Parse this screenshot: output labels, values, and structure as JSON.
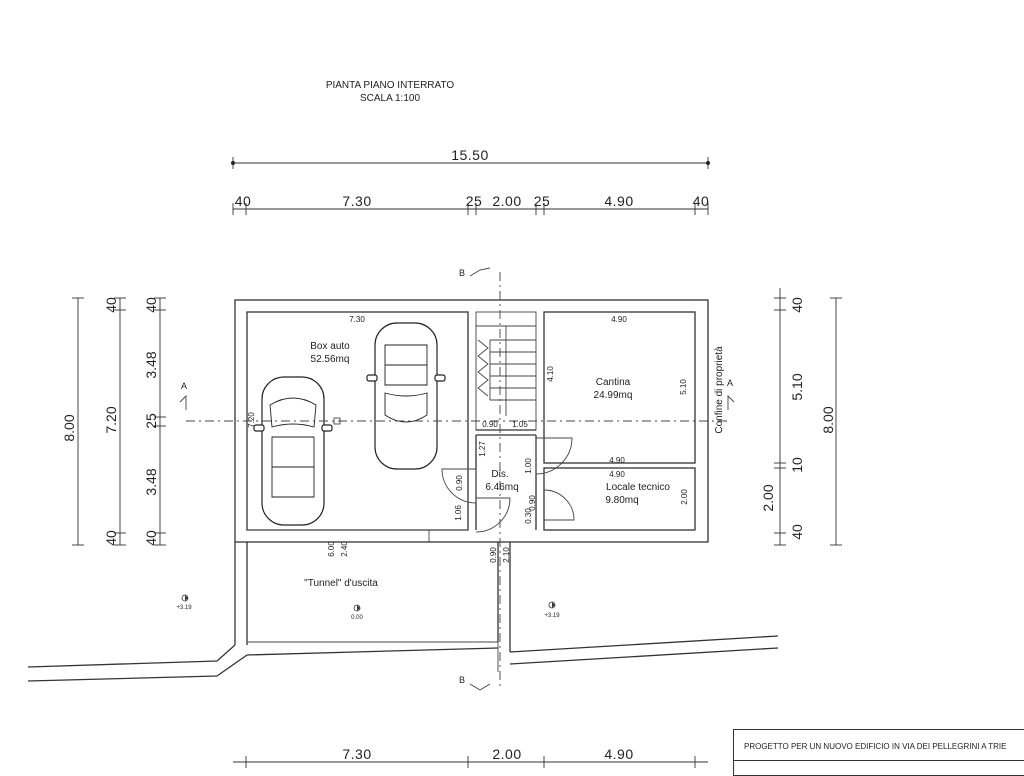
{
  "title": {
    "line1": "PIANTA PIANO INTERRATO",
    "line2": "SCALA 1:100"
  },
  "dimensions": {
    "overall_top": "15.50",
    "top_chain": [
      "40",
      "7.30",
      "25",
      "2.00",
      "25",
      "4.90",
      "40"
    ],
    "bottom_chain": [
      "7.30",
      "2.00",
      "4.90"
    ],
    "left_outer": "8.00",
    "left_middle": "7.20",
    "left_chain": [
      "40",
      "3.48",
      "25",
      "3.48",
      "40"
    ],
    "left_top_40": "40",
    "left_bottom_40": "40",
    "right_chain": [
      "40",
      "5.10",
      "10",
      "2.00",
      "40"
    ],
    "right_outer": "8.00",
    "inner": {
      "box_width": "7.30",
      "box_height": "7.20",
      "stair_height": "4.10",
      "w090": "0.90",
      "w105": "1.05",
      "h127": "1.27",
      "h100": "1.00",
      "door090_left": "0.90",
      "h106": "1.06",
      "h030": "0.30",
      "door090_right": "0.90",
      "cantina_width": "4.90",
      "cantina_height": "5.10",
      "lower_width_a": "4.90",
      "lower_width_b": "4.90",
      "locale_height": "2.00",
      "tunnel_600": "6.00",
      "tunnel_240": "2.40",
      "tunnel_090": "0.90",
      "tunnel_210": "2.10"
    }
  },
  "rooms": {
    "box_auto": {
      "name": "Box auto",
      "area": "52.56mq"
    },
    "cantina": {
      "name": "Cantina",
      "area": "24.99mq"
    },
    "dis": {
      "name": "Dis.",
      "area": "6.46mq"
    },
    "locale_tecnico": {
      "name": "Locale tecnico",
      "area": "9.80mq"
    },
    "tunnel": {
      "name": "\"Tunnel\" d'uscita"
    }
  },
  "labels": {
    "property_line": "Confine di proprietà",
    "section_a": "A",
    "section_b": "B"
  },
  "levels": {
    "left": "+3.19",
    "center": "0.00",
    "right": "+3.19"
  },
  "title_block": {
    "project": "PROGETTO PER UN NUOVO EDIFICIO IN VIA DEI PELLEGRINI A TRIE"
  }
}
